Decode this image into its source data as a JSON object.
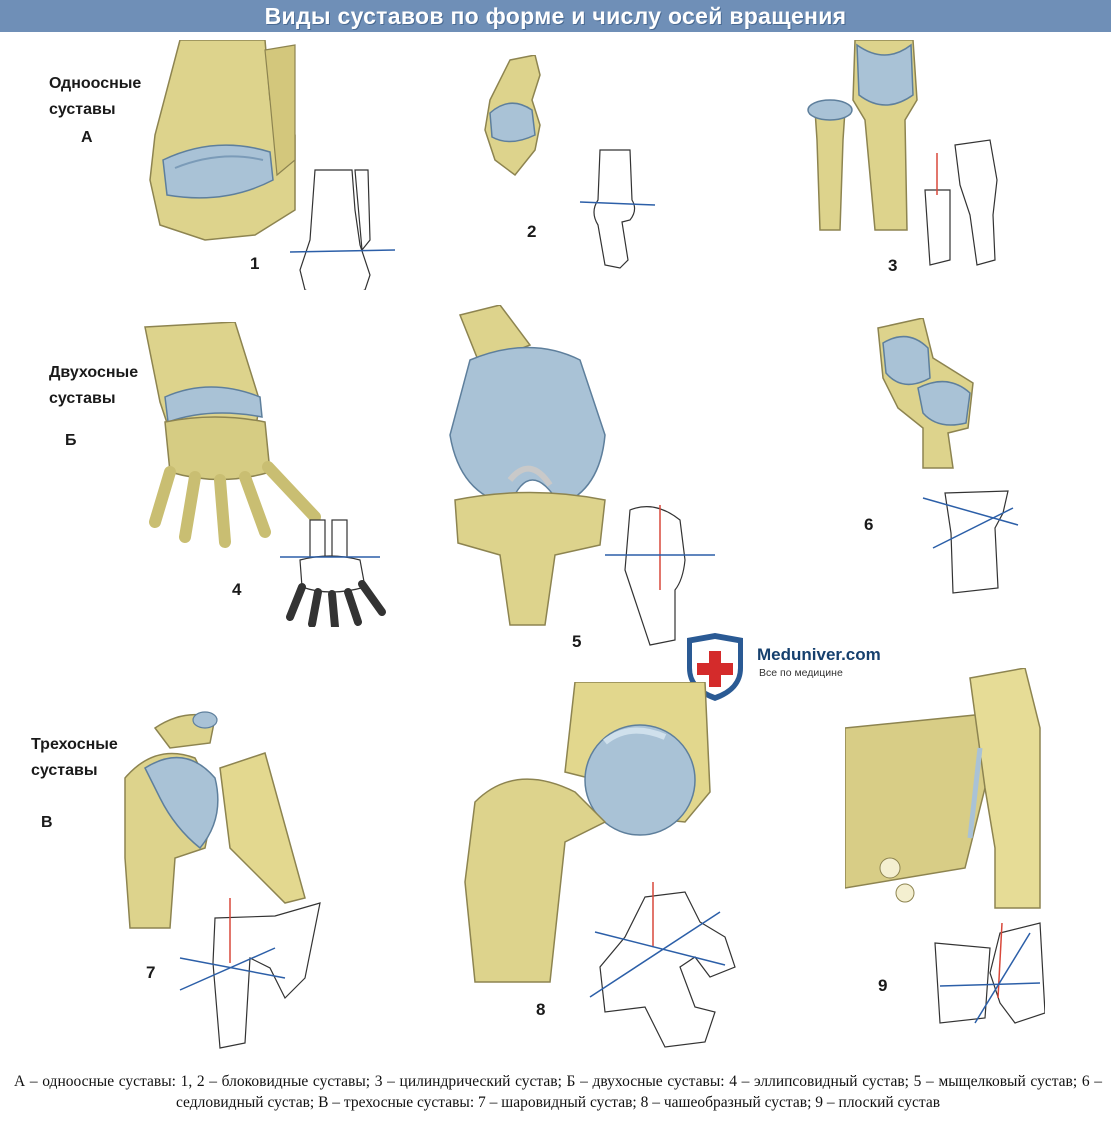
{
  "title": "Виды суставов по форме и числу осей вращения",
  "groups": {
    "a": {
      "line1": "Одноосные",
      "line2": "суставы",
      "letter": "А"
    },
    "b": {
      "line1": "Двухосные",
      "line2": "суставы",
      "letter": "Б"
    },
    "c": {
      "line1": "Трехосные",
      "line2": "суставы",
      "letter": "В"
    }
  },
  "numbers": [
    "1",
    "2",
    "3",
    "4",
    "5",
    "6",
    "7",
    "8",
    "9"
  ],
  "logo": {
    "name": "Meduniver.com",
    "tagline": "Все по медицине"
  },
  "caption": "А – одноосные суставы: 1, 2 – блоковидные суставы; 3 – цилиндрический сустав; Б – двухосные суставы: 4 – эллипсовидный сустав; 5 – мыщелковый сустав; 6 – седловидный сустав; В – трехосные суставы: 7 – шаровидный сустав; 8 – чашеобразный сустав; 9 – плоский сустав",
  "colors": {
    "bone": "#ddd38c",
    "cartilage": "#a9c2d6",
    "header": "#6f8fb7",
    "axis_red": "#d8483a",
    "axis_blue": "#2c5fa8"
  }
}
